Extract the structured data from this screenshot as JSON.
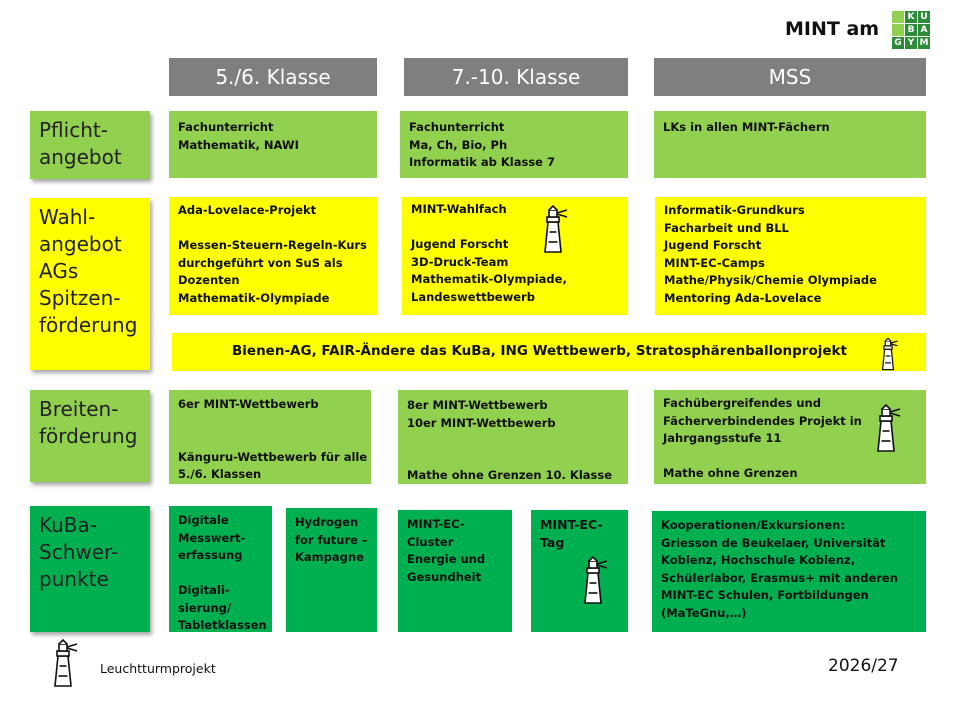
{
  "title": "MINT am",
  "logo": {
    "cells": [
      "",
      "K",
      "U",
      "",
      "B",
      "A",
      "G",
      "Y",
      "M"
    ],
    "colors": {
      "dark": "#2e8b3a",
      "light": "#92d050"
    }
  },
  "columns": [
    "5./6. Klasse",
    "7.-10. Klasse",
    "MSS"
  ],
  "rows": [
    {
      "label": [
        "Pflicht-",
        "angebot"
      ]
    },
    {
      "label": [
        "Wahl-",
        "angebot",
        "AGs",
        "Spitzen-",
        "förderung"
      ]
    },
    {
      "label": [
        "Breiten-",
        "förderung"
      ]
    },
    {
      "label": [
        "KuBa-",
        "Schwer-",
        "punkte"
      ]
    }
  ],
  "cells": {
    "pflicht_56": [
      "Fachunterricht",
      "Mathematik, NAWI"
    ],
    "pflicht_710": [
      "Fachunterricht",
      "Ma, Ch, Bio, Ph",
      "Informatik ab Klasse 7"
    ],
    "pflicht_mss": [
      "LKs in allen  MINT-Fächern"
    ],
    "wahl_56": [
      "Ada-Lovelace-Projekt",
      "",
      "Messen-Steuern-Regeln-Kurs",
      "durchgeführt von SuS als",
      "Dozenten",
      "Mathematik-Olympiade"
    ],
    "wahl_710": [
      "MINT-Wahlfach",
      "",
      "Jugend Forscht",
      "3D-Druck-Team",
      "Mathematik-Olympiade,",
      "Landeswettbewerb"
    ],
    "wahl_mss": [
      "Informatik-Grundkurs",
      "Facharbeit und BLL",
      "Jugend Forscht",
      "MINT-EC-Camps",
      "Mathe/Physik/Chemie Olympiade",
      "Mentoring Ada-Lovelace"
    ],
    "wahl_band": "Bienen-AG,  FAIR-Ändere das KuBa, ING Wettbewerb, Stratosphärenballonprojekt",
    "breite_56": [
      "6er MINT-Wettbewerb",
      "",
      "",
      "Känguru-Wettbewerb für alle",
      "5./6.  Klassen"
    ],
    "breite_710": [
      "8er MINT-Wettbewerb",
      "10er MINT-Wettbewerb",
      "",
      "",
      "Mathe ohne Grenzen 10. Klasse"
    ],
    "breite_mss": [
      "Fachübergreifendes und",
      "Fächerverbindendes Projekt in",
      "Jahrgangsstufe 11",
      "",
      "Mathe ohne Grenzen"
    ],
    "kuba_digital": [
      "Digitale",
      "Messwert-",
      "erfassung",
      "",
      "Digitali-",
      "sierung/",
      "Tabletklassen"
    ],
    "kuba_hydrogen": [
      "Hydrogen",
      "for future –",
      "Kampagne"
    ],
    "kuba_cluster": [
      "MINT-EC-",
      "Cluster",
      "Energie und",
      "Gesundheit"
    ],
    "kuba_tag": [
      "MINT-EC-",
      "Tag"
    ],
    "kuba_koop": [
      "Kooperationen/Exkursionen:",
      "Griesson de Beukelaer, Universität",
      "Koblenz, Hochschule Koblenz,",
      "Schülerlabor, Erasmus+ mit anderen",
      "MINT-EC Schulen, Fortbildungen",
      "(MaTeGnu,…)"
    ]
  },
  "legend": "Leuchtturmprojekt",
  "year": "2026/27",
  "colors": {
    "header": "#7f7f7f",
    "light_green": "#92d050",
    "yellow": "#ffff00",
    "dark_green": "#00b050"
  }
}
